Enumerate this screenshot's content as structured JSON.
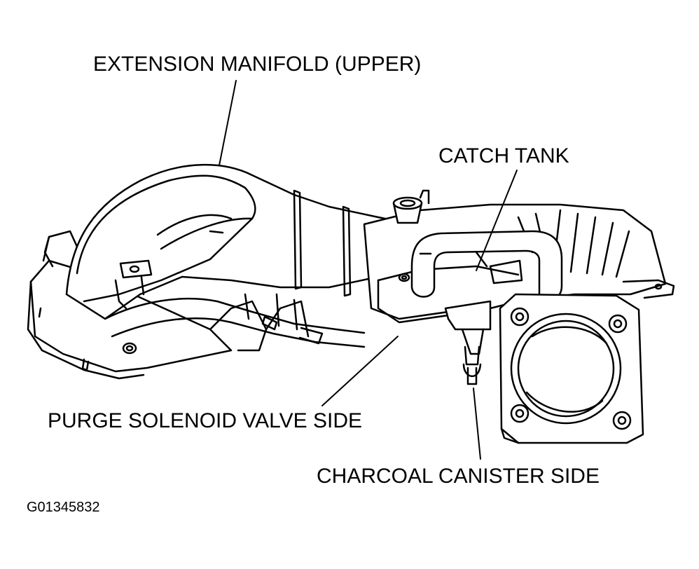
{
  "labels": {
    "extension_manifold": "EXTENSION MANIFOLD (UPPER)",
    "catch_tank": "CATCH TANK",
    "purge_solenoid": "PURGE SOLENOID VALVE SIDE",
    "charcoal_canister": "CHARCOAL CANISTER SIDE"
  },
  "figure_code": "G01345832",
  "colors": {
    "line": "#000000",
    "background": "#ffffff"
  }
}
